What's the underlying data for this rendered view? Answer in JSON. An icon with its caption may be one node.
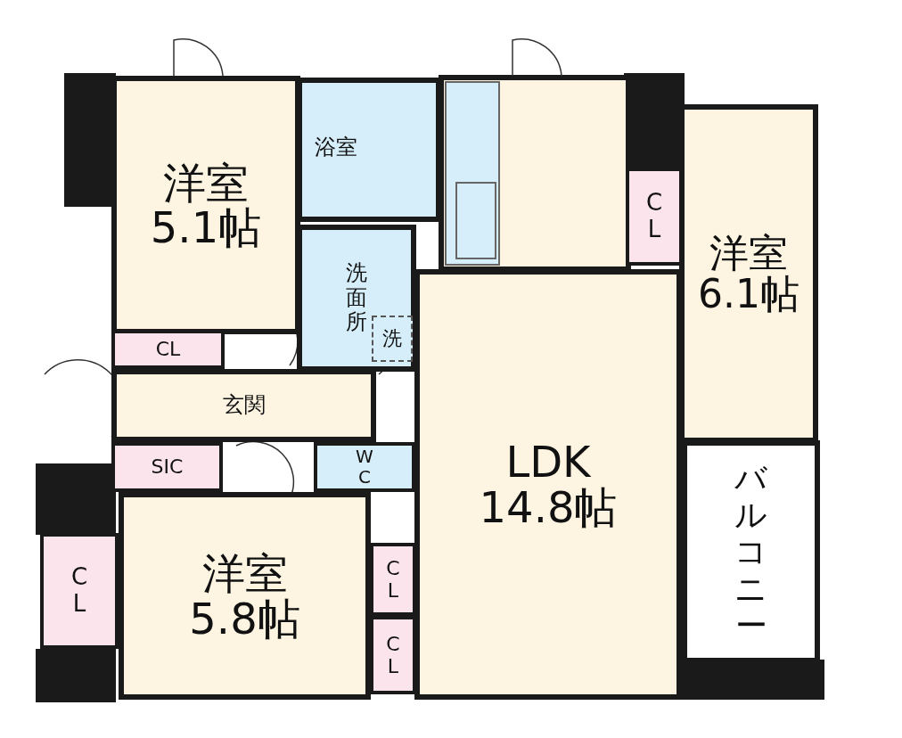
{
  "diagram": {
    "nodes": [
      {
        "text": [
          "洋室",
          "5.1帖"
        ]
      },
      {
        "text": [
          "浴室"
        ]
      },
      {
        "text": [
          "CL"
        ]
      },
      {
        "text": [
          "洋室",
          "6.1帖"
        ]
      },
      {
        "text": [
          "洗面所"
        ]
      },
      {
        "text": [
          "洗"
        ],
        "in": 4
      },
      {
        "text": [
          "CL"
        ]
      },
      {
        "text": [
          "玄関"
        ]
      },
      {
        "text": [
          "SIC"
        ]
      },
      {
        "text": [
          "WC"
        ]
      },
      {
        "text": [
          "LDK",
          "14.8帖"
        ]
      },
      {
        "text": [
          "CL"
        ]
      },
      {
        "text": [
          "洋室",
          "5.8帖"
        ]
      },
      {
        "text": [
          "CL"
        ]
      },
      {
        "text": [
          "CL"
        ]
      },
      {
        "text": [
          "バルコニー"
        ]
      }
    ]
  }
}
